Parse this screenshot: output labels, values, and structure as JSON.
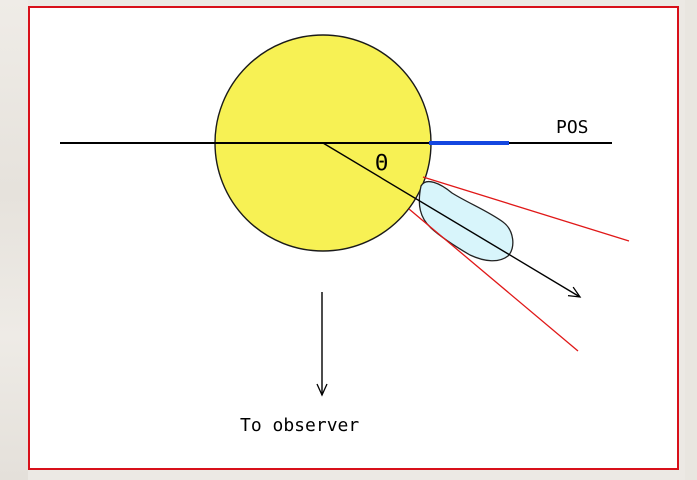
{
  "labels": {
    "pos": "POS",
    "theta": "Θ",
    "observer": "To observer"
  },
  "colors": {
    "sun_fill": "#f7f154",
    "sun_stroke": "#1a1a1a",
    "pos_highlight": "#1447e0",
    "blob_fill": "#d8f5fb",
    "cone_lines": "#e01818",
    "frame_border": "#d8101a"
  }
}
